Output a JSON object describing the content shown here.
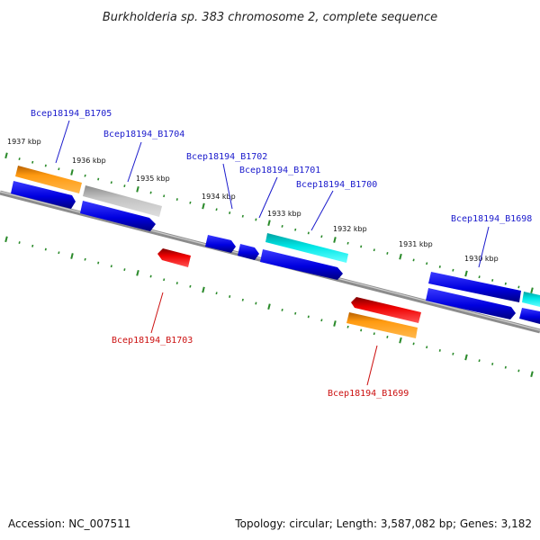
{
  "title": "Burkholderia sp. 383 chromosome 2, complete sequence",
  "footer": {
    "accession": "Accession: NC_007511",
    "summary": "Topology: circular; Length: 3,587,082 bp; Genes: 3,182"
  },
  "colors": {
    "background": "#ffffff",
    "backbone": "#888888",
    "tick": "#2a8a2a",
    "label_forward": "#1a1acc",
    "label_reverse": "#cc1111",
    "cds_blue": "#0000e6",
    "cds_orange": "#ff8c00",
    "cds_gray": "#b4b4b4",
    "cds_red": "#e60000",
    "cds_cyan": "#00d8d8"
  },
  "kbp_labels": [
    "1937 kbp",
    "1936 kbp",
    "1935 kbp",
    "1934 kbp",
    "1933 kbp",
    "1932 kbp",
    "1931 kbp",
    "1930 kbp"
  ],
  "gene_labels": [
    {
      "text": "Bcep18194_B1705",
      "strand": "forward"
    },
    {
      "text": "Bcep18194_B1704",
      "strand": "forward"
    },
    {
      "text": "Bcep18194_B1702",
      "strand": "forward"
    },
    {
      "text": "Bcep18194_B1701",
      "strand": "forward"
    },
    {
      "text": "Bcep18194_B1700",
      "strand": "forward"
    },
    {
      "text": "Bcep18194_B1698",
      "strand": "forward"
    },
    {
      "text": "Bcep18194_B1703",
      "strand": "reverse"
    },
    {
      "text": "Bcep18194_B1699",
      "strand": "reverse"
    }
  ]
}
